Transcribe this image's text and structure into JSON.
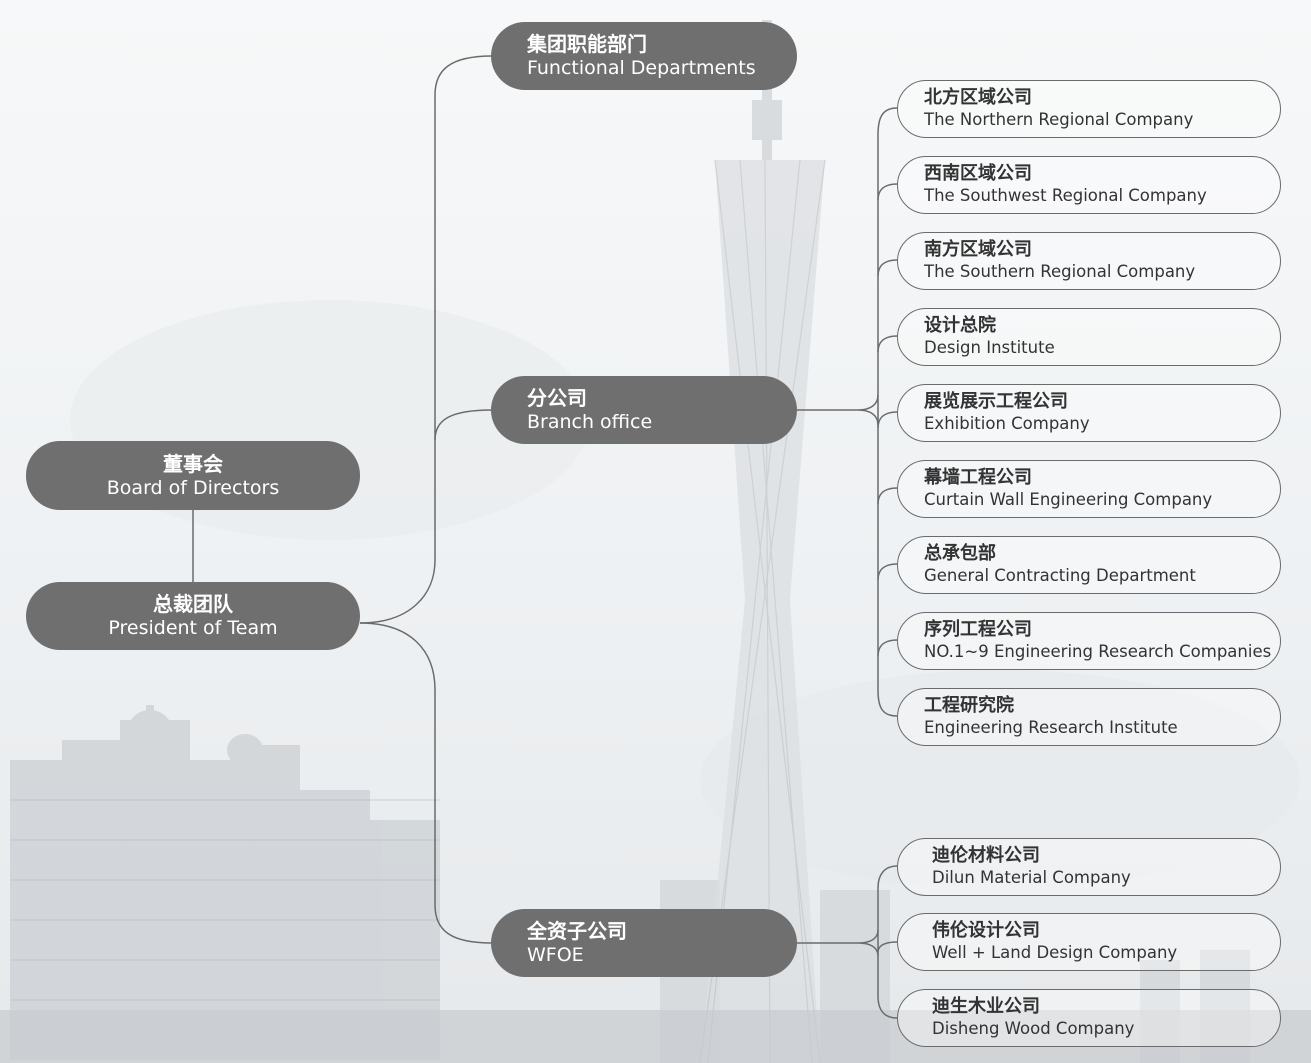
{
  "colors": {
    "dark_node": "#6f6f70",
    "line": "#6b6b6b",
    "light_text": "#333333",
    "background_buildings": "#c9cdd1"
  },
  "top": {
    "board": {
      "zh": "董事会",
      "en": "Board of Directors"
    },
    "president": {
      "zh": "总裁团队",
      "en": "President of Team"
    }
  },
  "mid": {
    "functional": {
      "zh": "集团职能部门",
      "en": "Functional Departments"
    },
    "branch": {
      "zh": "分公司",
      "en": "Branch office"
    },
    "wfoe": {
      "zh": "全资子公司",
      "en": "WFOE"
    }
  },
  "branch_children": [
    {
      "zh": "北方区域公司",
      "en": "The Northern Regional Company"
    },
    {
      "zh": "西南区域公司",
      "en": "The Southwest Regional Company"
    },
    {
      "zh": "南方区域公司",
      "en": "The Southern Regional Company"
    },
    {
      "zh": "设计总院",
      "en": "Design Institute"
    },
    {
      "zh": "展览展示工程公司",
      "en": "Exhibition Company"
    },
    {
      "zh": "幕墙工程公司",
      "en": "Curtain Wall Engineering Company"
    },
    {
      "zh": "总承包部",
      "en": "General Contracting Department"
    },
    {
      "zh": "序列工程公司",
      "en": "NO.1~9 Engineering Research Companies"
    },
    {
      "zh": "工程研究院",
      "en": "Engineering Research Institute"
    }
  ],
  "wfoe_children": [
    {
      "zh": "迪伦材料公司",
      "en": "Dilun Material Company"
    },
    {
      "zh": "伟伦设计公司",
      "en": "Well + Land Design Company"
    },
    {
      "zh": "迪生木业公司",
      "en": "Disheng Wood Company"
    }
  ]
}
